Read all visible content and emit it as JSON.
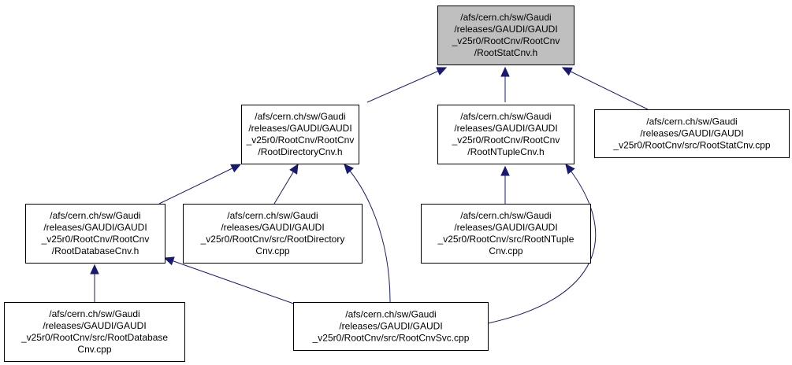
{
  "graph": {
    "colors": {
      "edge": "#191970",
      "highlight_fill": "#bfbfbf",
      "node_fill": "#ffffff",
      "border": "#000000"
    },
    "nodes": [
      {
        "id": "n0",
        "highlight": true,
        "lines": [
          "/afs/cern.ch/sw/Gaudi",
          "/releases/GAUDI/GAUDI",
          "_v25r0/RootCnv/RootCnv",
          "/RootStatCnv.h"
        ]
      },
      {
        "id": "n1",
        "lines": [
          "/afs/cern.ch/sw/Gaudi",
          "/releases/GAUDI/GAUDI",
          "_v25r0/RootCnv/RootCnv",
          "/RootDirectoryCnv.h"
        ]
      },
      {
        "id": "n2",
        "lines": [
          "/afs/cern.ch/sw/Gaudi",
          "/releases/GAUDI/GAUDI",
          "_v25r0/RootCnv/RootCnv",
          "/RootNTupleCnv.h"
        ]
      },
      {
        "id": "n3",
        "lines": [
          "/afs/cern.ch/sw/Gaudi",
          "/releases/GAUDI/GAUDI",
          "_v25r0/RootCnv/src/RootStatCnv.cpp"
        ]
      },
      {
        "id": "n4",
        "lines": [
          "/afs/cern.ch/sw/Gaudi",
          "/releases/GAUDI/GAUDI",
          "_v25r0/RootCnv/RootCnv",
          "/RootDatabaseCnv.h"
        ]
      },
      {
        "id": "n5",
        "lines": [
          "/afs/cern.ch/sw/Gaudi",
          "/releases/GAUDI/GAUDI",
          "_v25r0/RootCnv/src/RootDirectory",
          "Cnv.cpp"
        ]
      },
      {
        "id": "n6",
        "lines": [
          "/afs/cern.ch/sw/Gaudi",
          "/releases/GAUDI/GAUDI",
          "_v25r0/RootCnv/src/RootNTuple",
          "Cnv.cpp"
        ]
      },
      {
        "id": "n7",
        "lines": [
          "/afs/cern.ch/sw/Gaudi",
          "/releases/GAUDI/GAUDI",
          "_v25r0/RootCnv/src/RootDatabase",
          "Cnv.cpp"
        ]
      },
      {
        "id": "n8",
        "lines": [
          "/afs/cern.ch/sw/Gaudi",
          "/releases/GAUDI/GAUDI",
          "_v25r0/RootCnv/src/RootCnvSvc.cpp"
        ]
      }
    ],
    "edges": [
      {
        "from": "n1",
        "to": "n0"
      },
      {
        "from": "n2",
        "to": "n0"
      },
      {
        "from": "n3",
        "to": "n0"
      },
      {
        "from": "n4",
        "to": "n1"
      },
      {
        "from": "n5",
        "to": "n1"
      },
      {
        "from": "n8",
        "to": "n1"
      },
      {
        "from": "n6",
        "to": "n2"
      },
      {
        "from": "n8",
        "to": "n2"
      },
      {
        "from": "n7",
        "to": "n4"
      },
      {
        "from": "n8",
        "to": "n4"
      }
    ]
  }
}
